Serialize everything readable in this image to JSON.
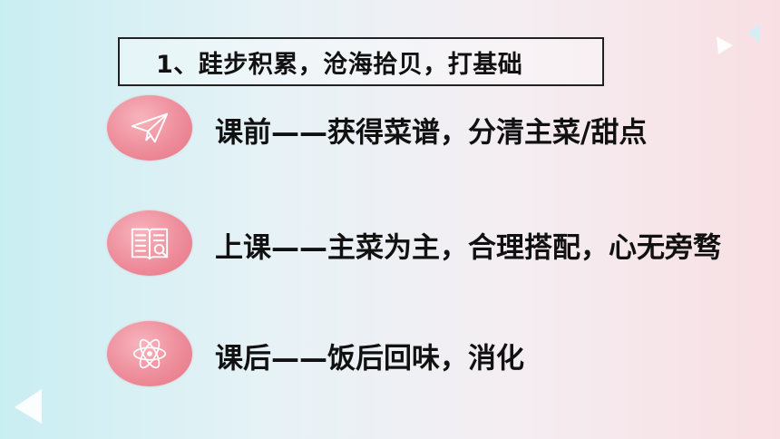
{
  "title": "1、跬步积累，沧海拾贝，打基础",
  "items": [
    {
      "label": "课前——获得菜谱，分清主菜/甜点",
      "icon": "paper-plane-icon"
    },
    {
      "label": "上课——主菜为主，合理搭配，心无旁骛",
      "icon": "book-search-icon"
    },
    {
      "label": "课后——饭后回味，消化",
      "icon": "atom-icon"
    }
  ],
  "colors": {
    "circle": "#ee8d9b",
    "text": "#111111",
    "background_left": "#c9eef2",
    "background_right": "#f8dfe3"
  }
}
